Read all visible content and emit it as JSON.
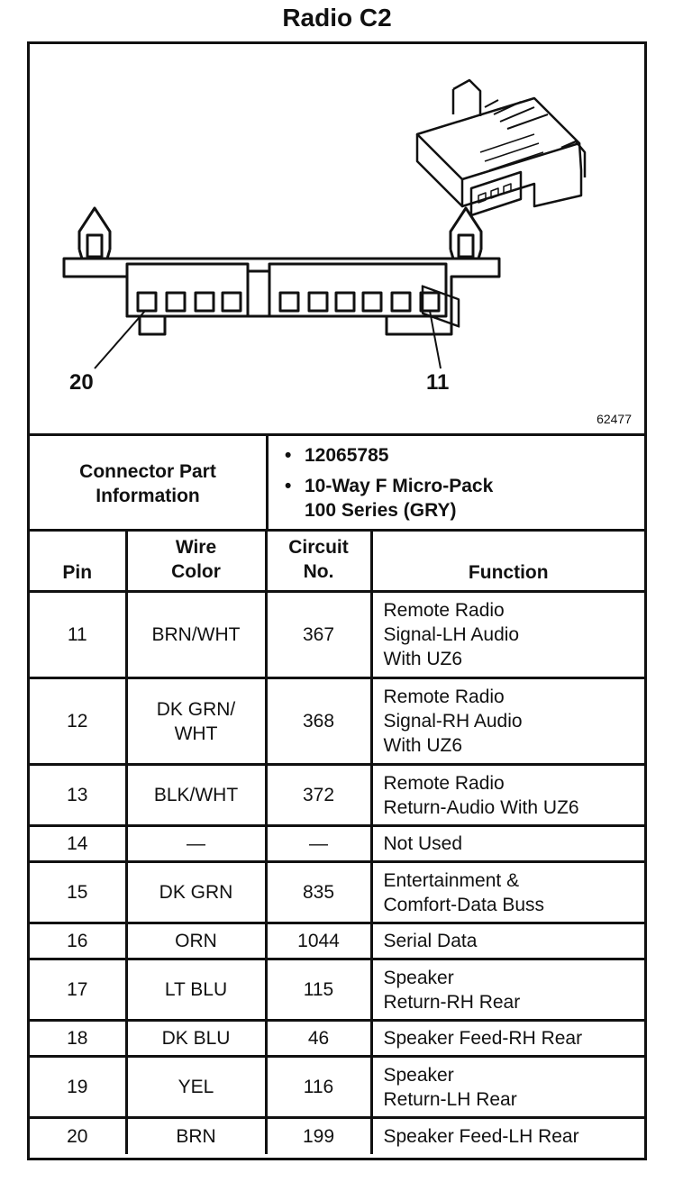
{
  "title": "Radio C2",
  "diagram": {
    "pin_left_label": "20",
    "pin_right_label": "11",
    "drawing_number": "62477"
  },
  "connector_info": {
    "label_line1": "Connector Part",
    "label_line2": "Information",
    "part_number": "12065785",
    "description_line1": "10-Way F Micro-Pack",
    "description_line2": "100 Series (GRY)",
    "bullet": "•"
  },
  "table": {
    "headers": {
      "pin": "Pin",
      "wire_line1": "Wire",
      "wire_line2": "Color",
      "circuit_line1": "Circuit",
      "circuit_line2": "No.",
      "function": "Function"
    },
    "rows": [
      {
        "pin": "11",
        "wire": [
          "BRN/WHT"
        ],
        "circuit": "367",
        "function": [
          "Remote Radio",
          "Signal-LH Audio",
          "With UZ6"
        ]
      },
      {
        "pin": "12",
        "wire": [
          "DK GRN/",
          "WHT"
        ],
        "circuit": "368",
        "function": [
          "Remote Radio",
          "Signal-RH Audio",
          "With UZ6"
        ]
      },
      {
        "pin": "13",
        "wire": [
          "BLK/WHT"
        ],
        "circuit": "372",
        "function": [
          "Remote Radio",
          "Return-Audio With UZ6"
        ]
      },
      {
        "pin": "14",
        "wire": [
          "—"
        ],
        "circuit": "—",
        "function": [
          "Not Used"
        ]
      },
      {
        "pin": "15",
        "wire": [
          "DK GRN"
        ],
        "circuit": "835",
        "function": [
          "Entertainment &",
          "Comfort-Data Buss"
        ]
      },
      {
        "pin": "16",
        "wire": [
          "ORN"
        ],
        "circuit": "1044",
        "function": [
          "Serial Data"
        ]
      },
      {
        "pin": "17",
        "wire": [
          "LT BLU"
        ],
        "circuit": "115",
        "function": [
          "Speaker",
          "Return-RH Rear"
        ]
      },
      {
        "pin": "18",
        "wire": [
          "DK BLU"
        ],
        "circuit": "46",
        "function": [
          "Speaker Feed-RH Rear"
        ]
      },
      {
        "pin": "19",
        "wire": [
          "YEL"
        ],
        "circuit": "116",
        "function": [
          "Speaker",
          "Return-LH Rear"
        ]
      },
      {
        "pin": "20",
        "wire": [
          "BRN"
        ],
        "circuit": "199",
        "function": [
          "Speaker Feed-LH Rear"
        ]
      }
    ]
  }
}
